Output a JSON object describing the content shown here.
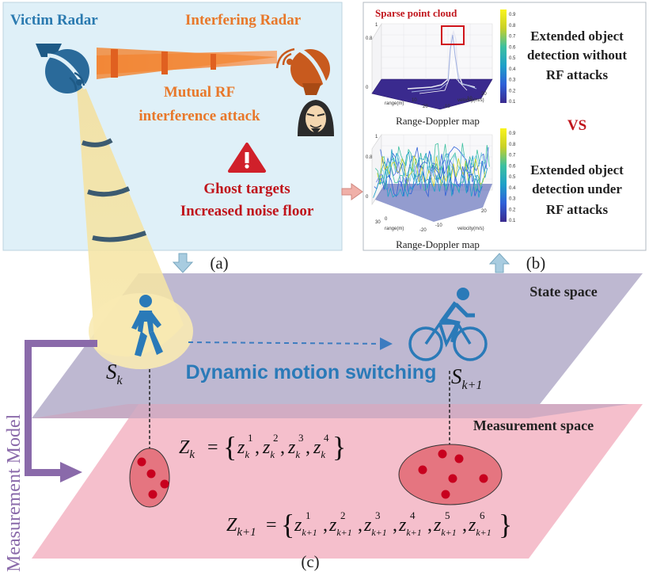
{
  "panel_a": {
    "victim_label": "Victim Radar",
    "interferer_label": "Interfering Radar",
    "attack_line1": "Mutual RF",
    "attack_line2": "interference attack",
    "effect_line1": "Ghost targets",
    "effect_line2": "Increased noise floor",
    "caption": "(a)"
  },
  "panel_b": {
    "callout": "Sparse point cloud",
    "plot_top_caption": "Range-Doppler map",
    "plot_bottom_caption": "Range-Doppler map",
    "text_top": [
      "Extended object",
      "detection without",
      "RF attacks"
    ],
    "vs": "VS",
    "text_bottom": [
      "Extended object",
      "detection under",
      "RF attacks"
    ],
    "colorbar_ticks": [
      "0.9",
      "0.8",
      "0.7",
      "0.6",
      "0.5",
      "0.4",
      "0.3",
      "0.2",
      "0.1"
    ],
    "axis_range": "range(m)",
    "axis_velocity": "velocity(m/s)",
    "caption": "(b)"
  },
  "panel_c": {
    "state_space": "State space",
    "measurement_space": "Measurement space",
    "motion_switching": "Dynamic motion switching",
    "measurement_model": "Measurement Model",
    "caption": "(c)"
  },
  "colors": {
    "victim": "#2a7ab0",
    "interferer": "#e8782a",
    "warning": "#c0141b",
    "state_plane": "#b0aac8",
    "measurement_plane": "#f4b8c6",
    "model_arrow": "#8a6aaa",
    "point": "#c8001e"
  }
}
